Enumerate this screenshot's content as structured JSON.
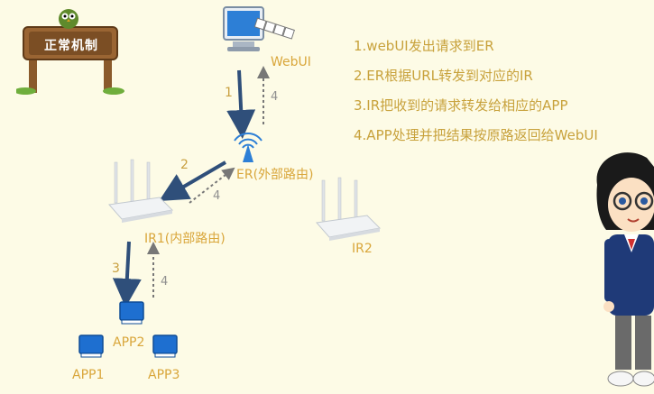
{
  "sign": {
    "text": "正常机制"
  },
  "nodes": {
    "webui": "WebUI",
    "er": "ER(外部路由)",
    "ir1": "IR1(内部路由)",
    "ir2": "IR2",
    "app1": "APP1",
    "app2": "APP2",
    "app3": "APP3"
  },
  "arrows": {
    "a1": "1",
    "a2": "2",
    "a3": "3",
    "a4_top": "4",
    "a4_mid": "4",
    "a4_low": "4"
  },
  "steps": [
    "1.webUI发出请求到ER",
    "2.ER根据URL转发到对应的IR",
    "3.IR把收到的请求转发给相应的APP",
    "4.APP处理并把结果按原路返回给WebUI"
  ],
  "colors": {
    "label": "#d9a63a",
    "request_arrow": "#2f4f7a",
    "monitor": "#1e6fd0"
  }
}
